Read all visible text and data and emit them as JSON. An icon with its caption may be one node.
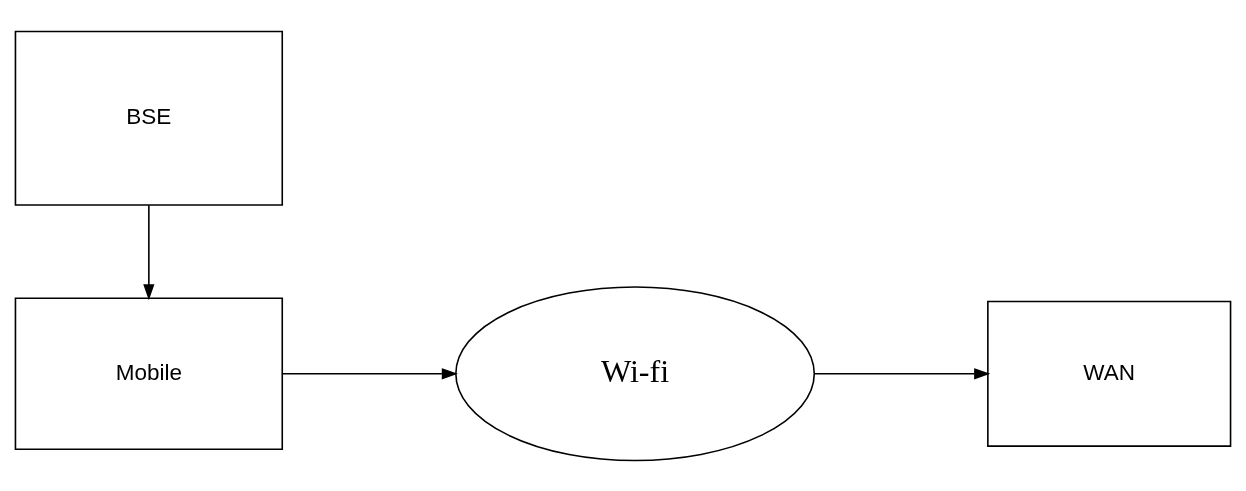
{
  "diagram": {
    "nodes": [
      {
        "text": [
          "BSE"
        ]
      },
      {
        "text": [
          "Mobile"
        ]
      },
      {
        "text": [
          "Wi-fi"
        ]
      },
      {
        "text": [
          "WAN"
        ]
      }
    ],
    "edges": [
      {
        "from": 0,
        "to": 1,
        "arrow": "to"
      },
      {
        "from": 1,
        "to": 2,
        "arrow": "to"
      },
      {
        "from": 2,
        "to": 3,
        "arrow": "to"
      }
    ]
  }
}
